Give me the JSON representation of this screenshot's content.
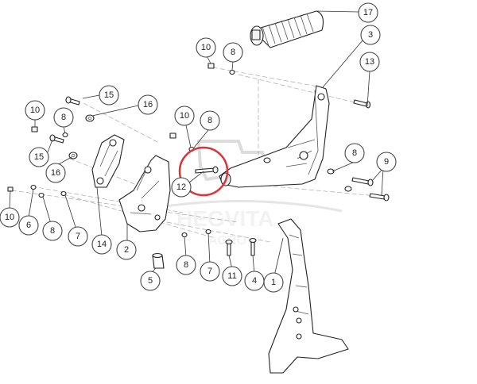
{
  "callouts": [
    {
      "id": "c17",
      "label": "17"
    },
    {
      "id": "c3",
      "label": "3"
    },
    {
      "id": "c13",
      "label": "13"
    },
    {
      "id": "c10a",
      "label": "10"
    },
    {
      "id": "c8a",
      "label": "8"
    },
    {
      "id": "c15a",
      "label": "15"
    },
    {
      "id": "c16a",
      "label": "16"
    },
    {
      "id": "c10b",
      "label": "10"
    },
    {
      "id": "c8b",
      "label": "8"
    },
    {
      "id": "c10c",
      "label": "10"
    },
    {
      "id": "c8c",
      "label": "8"
    },
    {
      "id": "c15b",
      "label": "15"
    },
    {
      "id": "c16b",
      "label": "16"
    },
    {
      "id": "c12",
      "label": "12"
    },
    {
      "id": "c8d",
      "label": "8"
    },
    {
      "id": "c9",
      "label": "9"
    },
    {
      "id": "c10d",
      "label": "10"
    },
    {
      "id": "c6",
      "label": "6"
    },
    {
      "id": "c8e",
      "label": "8"
    },
    {
      "id": "c7a",
      "label": "7"
    },
    {
      "id": "c14",
      "label": "14"
    },
    {
      "id": "c2",
      "label": "2"
    },
    {
      "id": "c5",
      "label": "5"
    },
    {
      "id": "c8f",
      "label": "8"
    },
    {
      "id": "c7b",
      "label": "7"
    },
    {
      "id": "c11",
      "label": "11"
    },
    {
      "id": "c4",
      "label": "4"
    },
    {
      "id": "c1",
      "label": "1"
    }
  ],
  "watermark": {
    "line1": "HEGVITA",
    "line2": "AGRO"
  },
  "highlight_color": "#d9343a"
}
